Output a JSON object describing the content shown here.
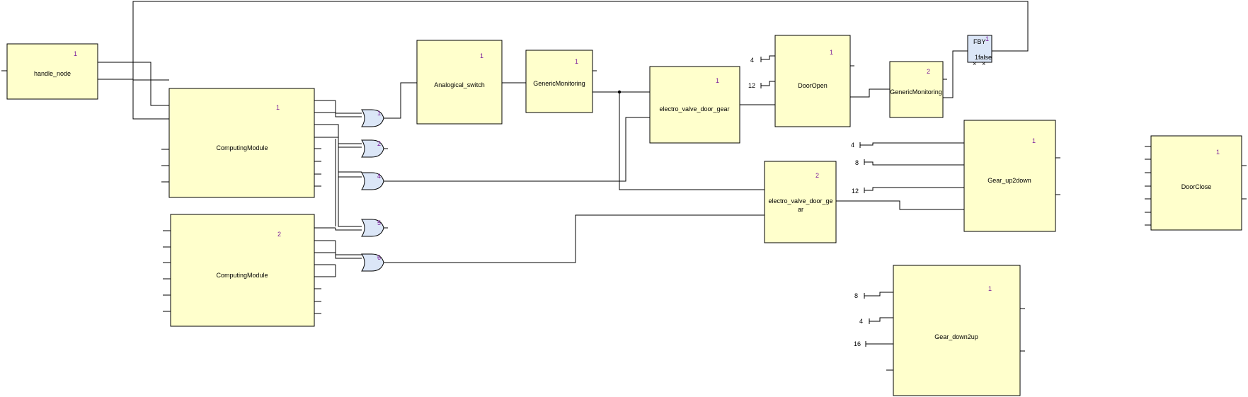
{
  "blocks": {
    "handle_node": {
      "label": "handle_node",
      "index": "1"
    },
    "cm1": {
      "label": "ComputingModule",
      "index": "1"
    },
    "cm2": {
      "label": "ComputingModule",
      "index": "2"
    },
    "analogical_switch": {
      "label": "Analogical_switch",
      "index": "1"
    },
    "generic_monitoring_1": {
      "label": "GenericMonitoring",
      "index": "1"
    },
    "electro_valve_1": {
      "label": "electro_valve_door_gear",
      "index": "1"
    },
    "electro_valve_2": {
      "label_line1": "electro_valve_door_ge",
      "label_line2": "ar",
      "index": "2"
    },
    "door_open": {
      "label": "DoorOpen",
      "index": "1"
    },
    "generic_monitoring_2": {
      "label": "GenericMonitoring",
      "index": "2"
    },
    "fby": {
      "label": "FBY",
      "index": "1",
      "init": "1false"
    },
    "gear_up2down": {
      "label": "Gear_up2down",
      "index": "1"
    },
    "gear_down2up": {
      "label": "Gear_down2up",
      "index": "1"
    },
    "door_close": {
      "label": "DoorClose",
      "index": "1"
    }
  },
  "gates": {
    "g1": "1",
    "g2": "2",
    "g4": "4",
    "g5": "5",
    "g6": "6"
  },
  "constants": {
    "door_open_c1": "4",
    "door_open_c2": "12",
    "up2down_c1": "4",
    "up2down_c2": "8",
    "up2down_c3": "12",
    "down2up_c1": "8",
    "down2up_c2": "4",
    "down2up_c3": "16"
  }
}
